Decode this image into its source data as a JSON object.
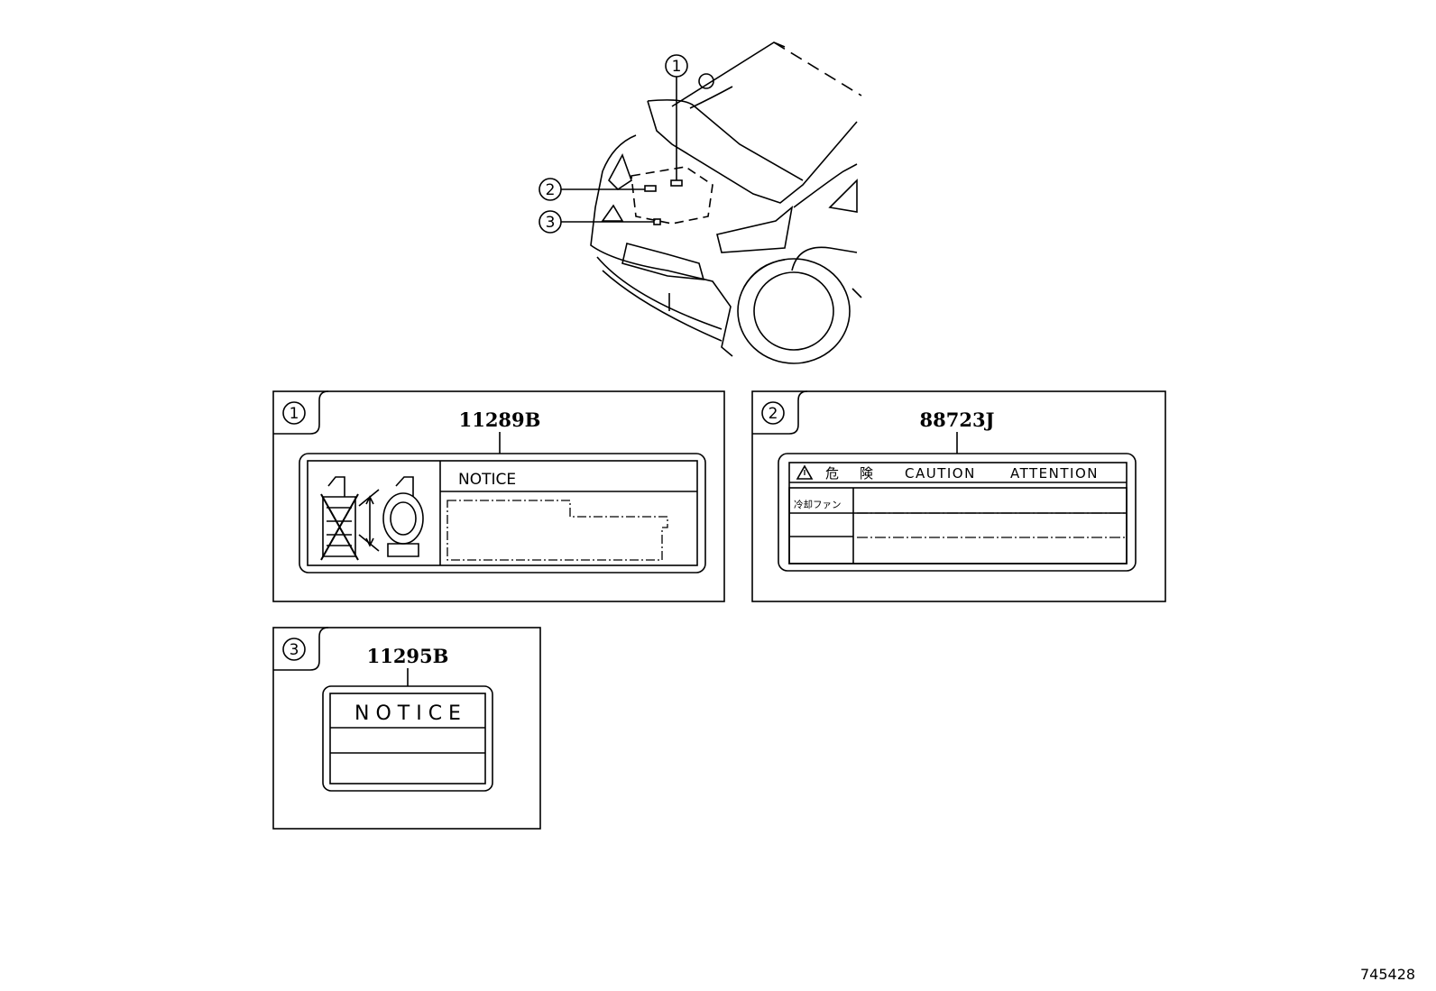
{
  "car_callouts": [
    "1",
    "2",
    "3"
  ],
  "panels": [
    {
      "callout": "1",
      "part_number": "11289B",
      "label_heading": "NOTICE"
    },
    {
      "callout": "2",
      "part_number": "88723J",
      "label_heading_jp_1": "危",
      "label_heading_jp_2": "険",
      "label_heading_caution": "CAUTION",
      "label_heading_attention": "ATTENTION",
      "row_label": "冷却ファン"
    },
    {
      "callout": "3",
      "part_number": "11295B",
      "label_heading": "N O T I C E"
    }
  ],
  "diagram_id": "745428"
}
